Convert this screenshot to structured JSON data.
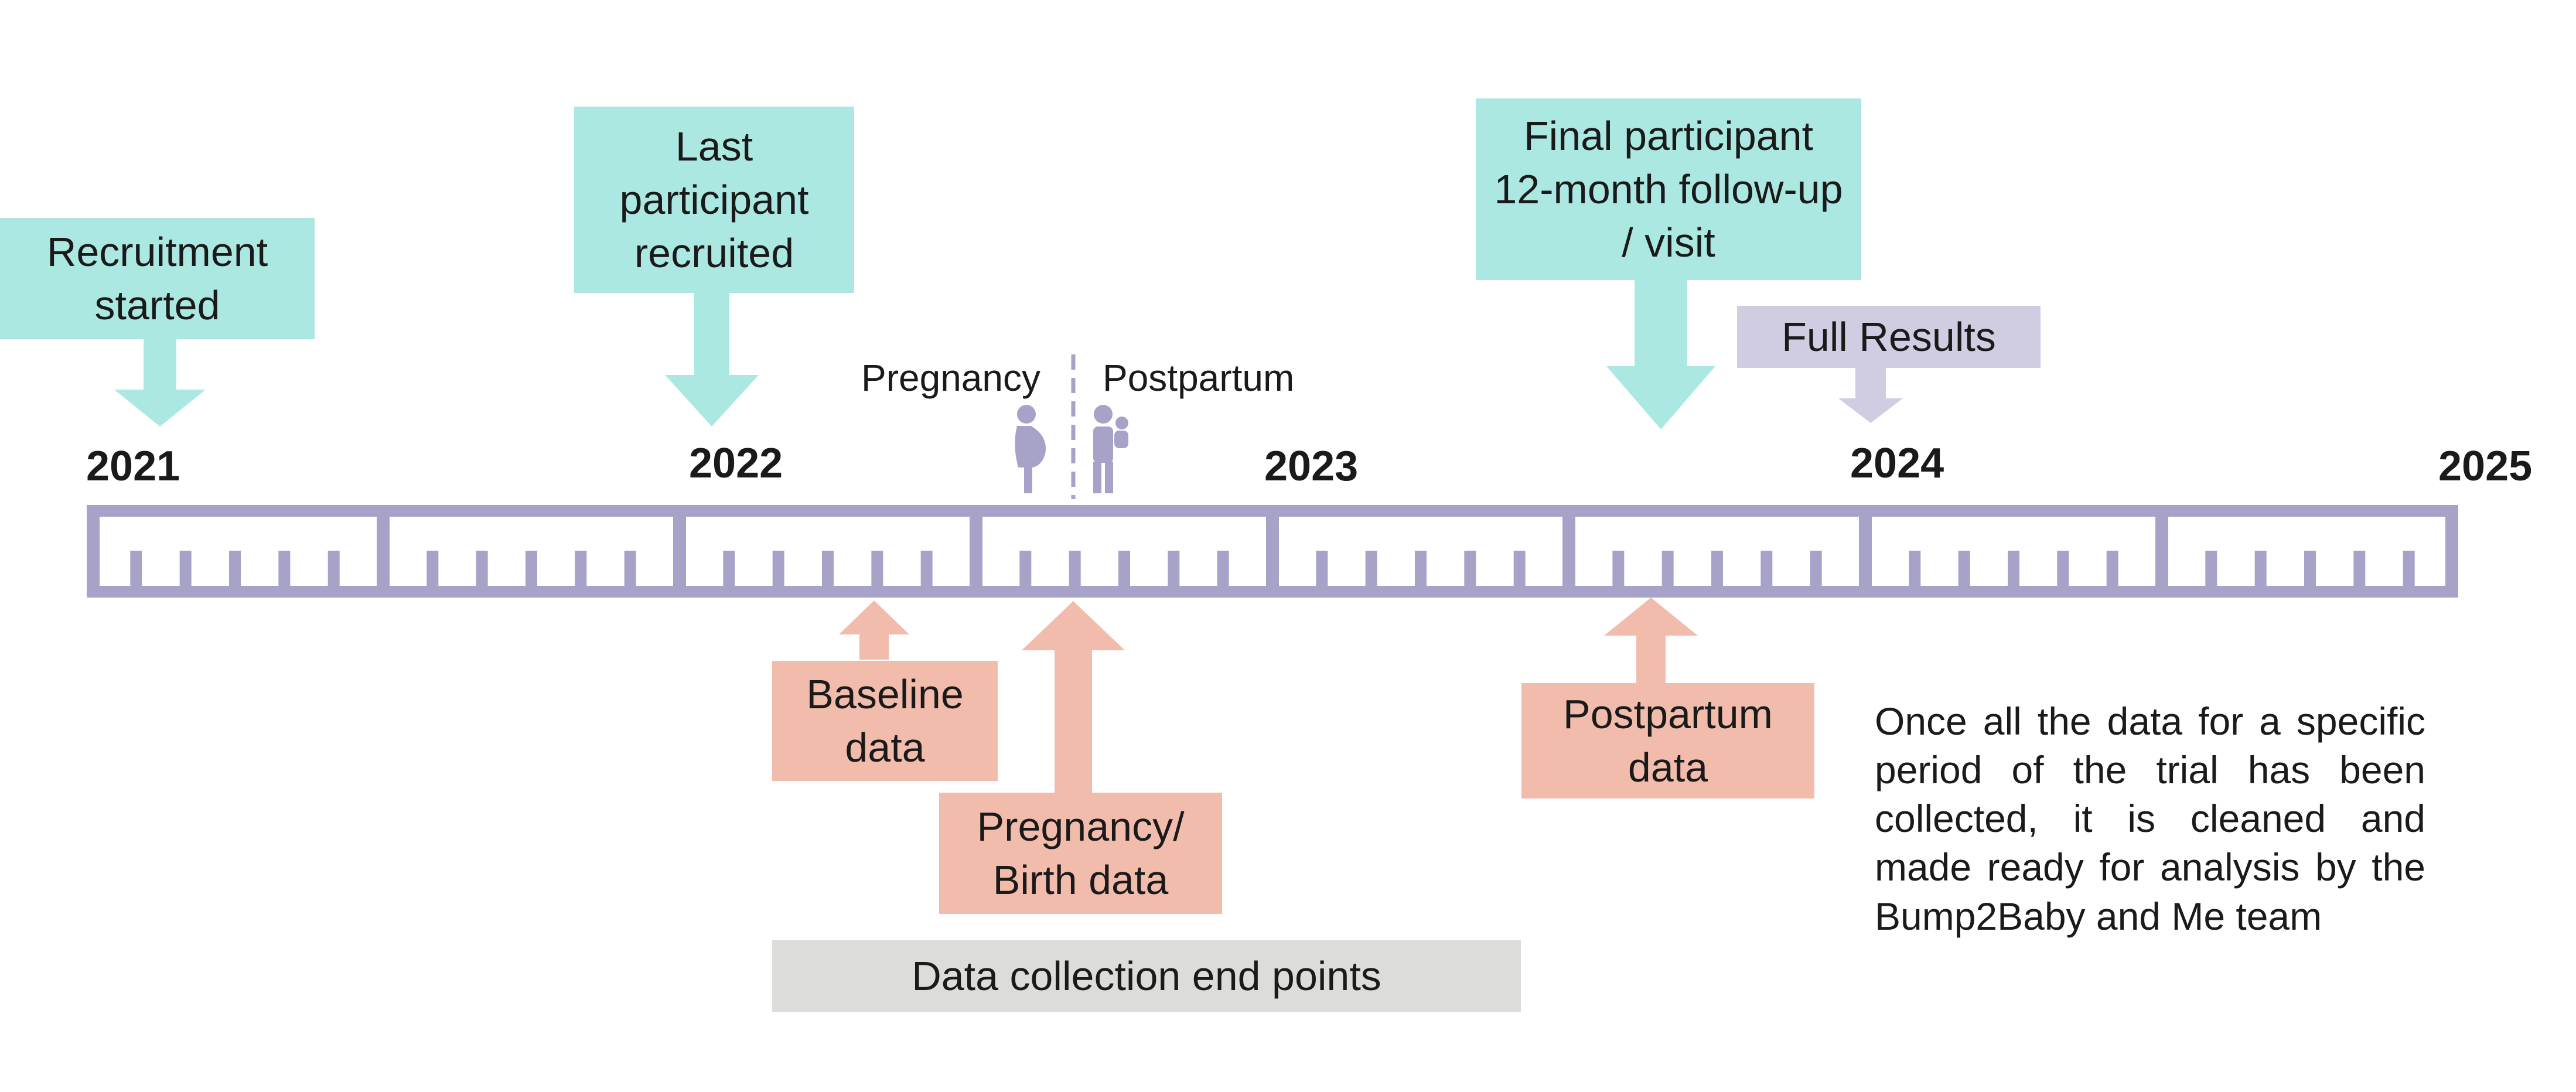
{
  "colors": {
    "teal": "#abe8e1",
    "salmon": "#f2bcac",
    "lavender": "#a7a2c7",
    "lavender_light": "#d0cde2",
    "grey": "#dcdcd8"
  },
  "timeline": {
    "years": [
      "2021",
      "2022",
      "2023",
      "2024",
      "2025"
    ],
    "phases": {
      "pregnancy": "Pregnancy",
      "postpartum": "Postpartum"
    }
  },
  "milestones": {
    "recruitment_started": "Recruitment started",
    "last_participant": "Last participant recruited",
    "final_followup": "Final participant 12-month follow-up / visit",
    "full_results": "Full Results"
  },
  "data_points": {
    "baseline": "Baseline data",
    "pregnancy_birth": "Pregnancy/ Birth data",
    "postpartum": "Postpartum data"
  },
  "legend": {
    "end_points": "Data collection end points"
  },
  "note": "Once all the data for a specific period of the trial has been collected, it is cleaned and made ready for analysis by the Bump2Baby and Me team"
}
